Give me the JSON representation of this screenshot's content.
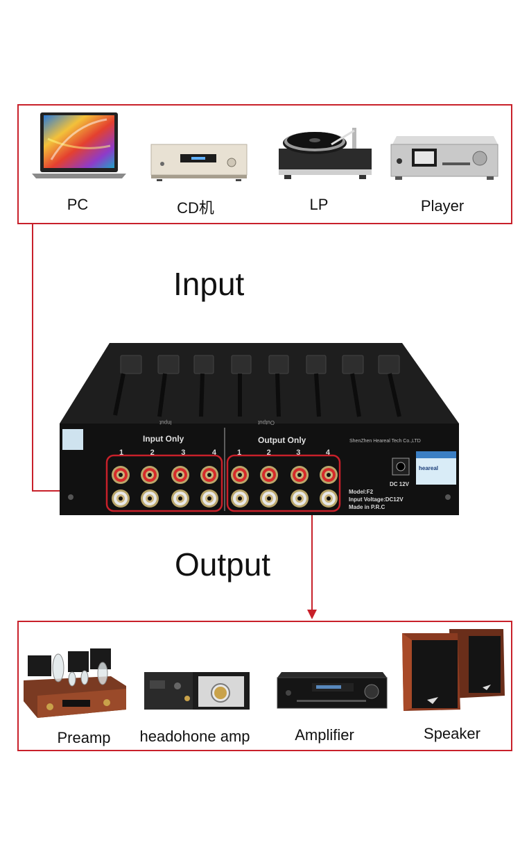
{
  "input_sources": {
    "items": [
      {
        "label": "PC",
        "icon": "laptop-icon"
      },
      {
        "label": "CD机",
        "icon": "cd-player-icon"
      },
      {
        "label": "LP",
        "icon": "turntable-icon"
      },
      {
        "label": "Player",
        "icon": "media-player-icon"
      }
    ]
  },
  "titles": {
    "input": "Input",
    "output": "Output"
  },
  "device": {
    "input_section": "Input Only",
    "output_section": "Output Only",
    "input_ports": [
      "1",
      "2",
      "3",
      "4"
    ],
    "output_ports": [
      "1",
      "2",
      "3",
      "4"
    ],
    "manufacturer": "ShenZhen Heareal Tech Co.,LTD",
    "power": "DC 12V",
    "model": "Model:F2",
    "voltage": "Input Voltage:DC12V",
    "origin": "Made in P.R.C",
    "top_left_label": "Input",
    "top_right_label": "Output",
    "sticker_brand": "heareal"
  },
  "output_targets": {
    "items": [
      {
        "label": "Preamp",
        "icon": "tube-preamp-icon"
      },
      {
        "label": "headohone amp",
        "icon": "headphone-amp-icon"
      },
      {
        "label": "Amplifier",
        "icon": "av-amplifier-icon"
      },
      {
        "label": "Speaker",
        "icon": "speaker-icon"
      }
    ]
  },
  "colors": {
    "frame": "#c8202a",
    "device_body": "#1a1a1a"
  }
}
